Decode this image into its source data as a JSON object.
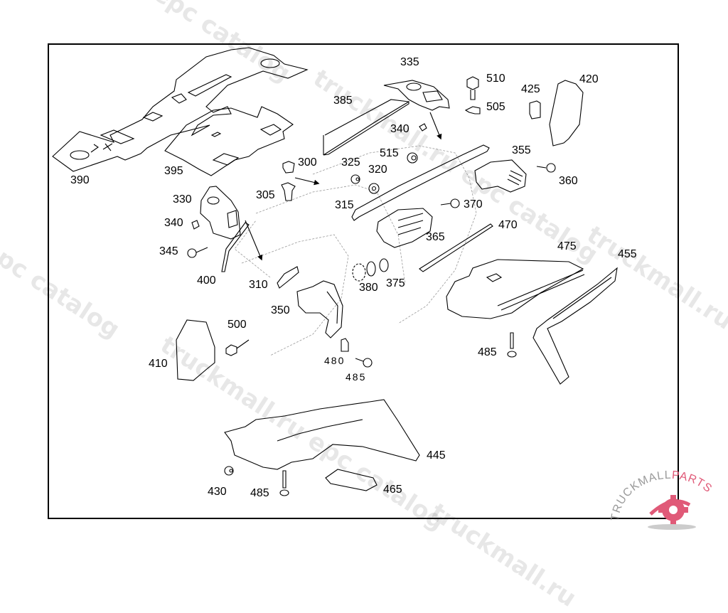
{
  "diagram": {
    "title": "Instrument panel trim parts exploded view",
    "callouts": [
      {
        "id": "390",
        "label": "390"
      },
      {
        "id": "395",
        "label": "395"
      },
      {
        "id": "385",
        "label": "385"
      },
      {
        "id": "335",
        "label": "335"
      },
      {
        "id": "510",
        "label": "510"
      },
      {
        "id": "505",
        "label": "505"
      },
      {
        "id": "425",
        "label": "425"
      },
      {
        "id": "420",
        "label": "420"
      },
      {
        "id": "340a",
        "label": "340"
      },
      {
        "id": "300",
        "label": "300"
      },
      {
        "id": "325",
        "label": "325"
      },
      {
        "id": "320",
        "label": "320"
      },
      {
        "id": "515",
        "label": "515"
      },
      {
        "id": "355",
        "label": "355"
      },
      {
        "id": "360",
        "label": "360"
      },
      {
        "id": "330",
        "label": "330"
      },
      {
        "id": "305",
        "label": "305"
      },
      {
        "id": "315",
        "label": "315"
      },
      {
        "id": "370",
        "label": "370"
      },
      {
        "id": "340b",
        "label": "340"
      },
      {
        "id": "470",
        "label": "470"
      },
      {
        "id": "365",
        "label": "365"
      },
      {
        "id": "345",
        "label": "345"
      },
      {
        "id": "475",
        "label": "475"
      },
      {
        "id": "455",
        "label": "455"
      },
      {
        "id": "400",
        "label": "400"
      },
      {
        "id": "310",
        "label": "310"
      },
      {
        "id": "380",
        "label": "380"
      },
      {
        "id": "375",
        "label": "375"
      },
      {
        "id": "350",
        "label": "350"
      },
      {
        "id": "500",
        "label": "500"
      },
      {
        "id": "485a",
        "label": "485"
      },
      {
        "id": "410",
        "label": "410"
      },
      {
        "id": "480",
        "label": "480"
      },
      {
        "id": "485b",
        "label": "485"
      },
      {
        "id": "445",
        "label": "445"
      },
      {
        "id": "430",
        "label": "430"
      },
      {
        "id": "485c",
        "label": "485"
      },
      {
        "id": "465",
        "label": "465"
      }
    ]
  },
  "watermarks": {
    "site": "truckmall.ru",
    "catalog": "epc catalog",
    "combined": "truckmall.ru epc catalog"
  },
  "logo": {
    "text_left": "TRUCKMALL",
    "text_right": "PARTS",
    "color": "#e05a78"
  }
}
